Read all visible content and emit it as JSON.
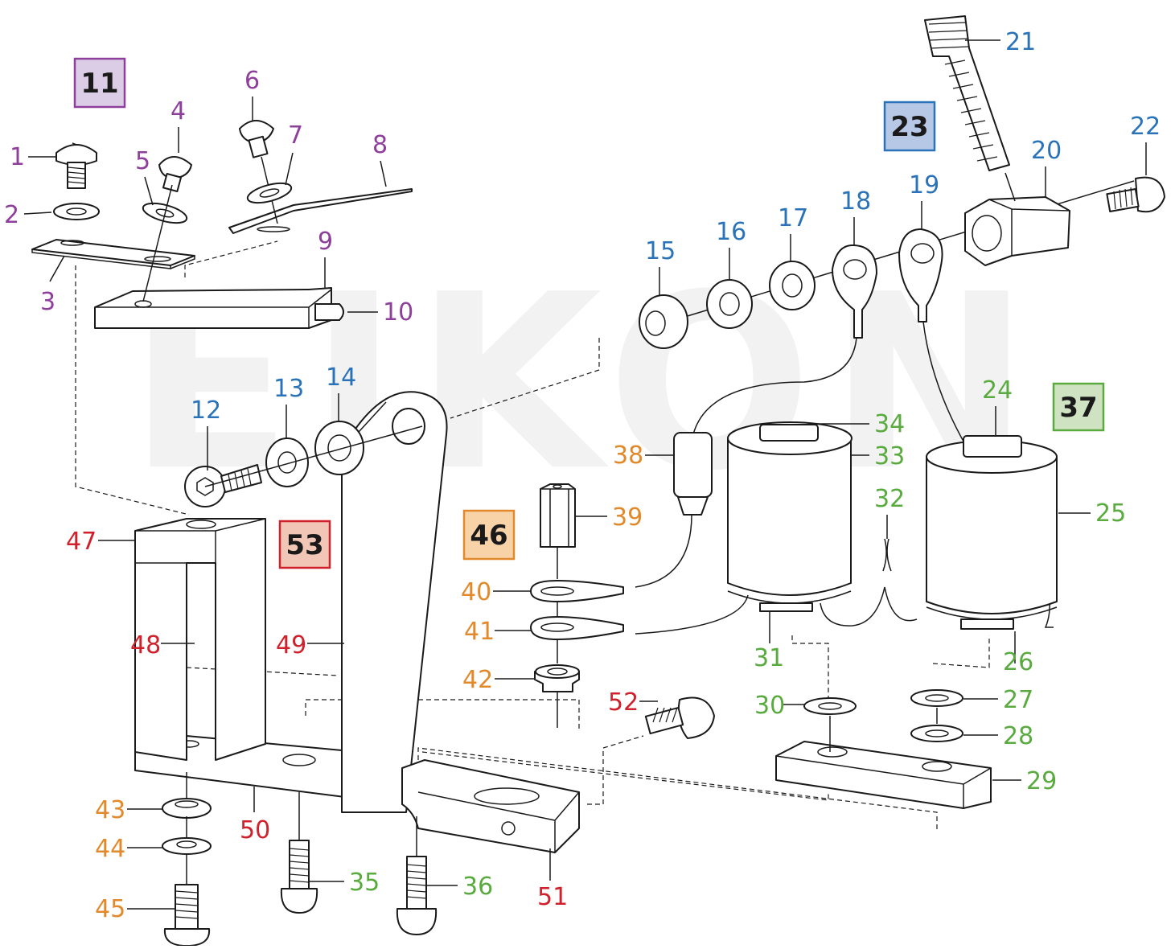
{
  "watermark": "EIKON",
  "colors": {
    "purple": "#8e3f9b",
    "blue": "#2a73b9",
    "green": "#5aab3f",
    "orange": "#e28a2b",
    "red": "#d0202b",
    "purple_fill": "#dccde6",
    "blue_fill": "#b6c8e6",
    "green_fill": "#cfe3c2",
    "orange_fill": "#f8d3a8",
    "red_fill": "#f2c6b6",
    "watermark": "#f2f2f2"
  },
  "group_boxes": [
    {
      "id": "g11",
      "label": "11",
      "color": "purple"
    },
    {
      "id": "g23",
      "label": "23",
      "color": "blue"
    },
    {
      "id": "g37",
      "label": "37",
      "color": "green"
    },
    {
      "id": "g46",
      "label": "46",
      "color": "orange"
    },
    {
      "id": "g53",
      "label": "53",
      "color": "red"
    }
  ],
  "callouts": [
    {
      "n": "1",
      "color": "purple"
    },
    {
      "n": "2",
      "color": "purple"
    },
    {
      "n": "3",
      "color": "purple"
    },
    {
      "n": "4",
      "color": "purple"
    },
    {
      "n": "5",
      "color": "purple"
    },
    {
      "n": "6",
      "color": "purple"
    },
    {
      "n": "7",
      "color": "purple"
    },
    {
      "n": "8",
      "color": "purple"
    },
    {
      "n": "9",
      "color": "purple"
    },
    {
      "n": "10",
      "color": "purple"
    },
    {
      "n": "12",
      "color": "blue"
    },
    {
      "n": "13",
      "color": "blue"
    },
    {
      "n": "14",
      "color": "blue"
    },
    {
      "n": "15",
      "color": "blue"
    },
    {
      "n": "16",
      "color": "blue"
    },
    {
      "n": "17",
      "color": "blue"
    },
    {
      "n": "18",
      "color": "blue"
    },
    {
      "n": "19",
      "color": "blue"
    },
    {
      "n": "20",
      "color": "blue"
    },
    {
      "n": "21",
      "color": "blue"
    },
    {
      "n": "22",
      "color": "blue"
    },
    {
      "n": "24",
      "color": "green"
    },
    {
      "n": "25",
      "color": "green"
    },
    {
      "n": "26",
      "color": "green"
    },
    {
      "n": "27",
      "color": "green"
    },
    {
      "n": "28",
      "color": "green"
    },
    {
      "n": "29",
      "color": "green"
    },
    {
      "n": "30",
      "color": "green"
    },
    {
      "n": "31",
      "color": "green"
    },
    {
      "n": "32",
      "color": "green"
    },
    {
      "n": "33",
      "color": "green"
    },
    {
      "n": "34",
      "color": "green"
    },
    {
      "n": "35",
      "color": "green"
    },
    {
      "n": "36",
      "color": "green"
    },
    {
      "n": "38",
      "color": "orange"
    },
    {
      "n": "39",
      "color": "orange"
    },
    {
      "n": "40",
      "color": "orange"
    },
    {
      "n": "41",
      "color": "orange"
    },
    {
      "n": "42",
      "color": "orange"
    },
    {
      "n": "43",
      "color": "orange"
    },
    {
      "n": "44",
      "color": "orange"
    },
    {
      "n": "45",
      "color": "orange"
    },
    {
      "n": "47",
      "color": "red"
    },
    {
      "n": "48",
      "color": "red"
    },
    {
      "n": "49",
      "color": "red"
    },
    {
      "n": "50",
      "color": "red"
    },
    {
      "n": "51",
      "color": "red"
    },
    {
      "n": "52",
      "color": "red"
    }
  ]
}
